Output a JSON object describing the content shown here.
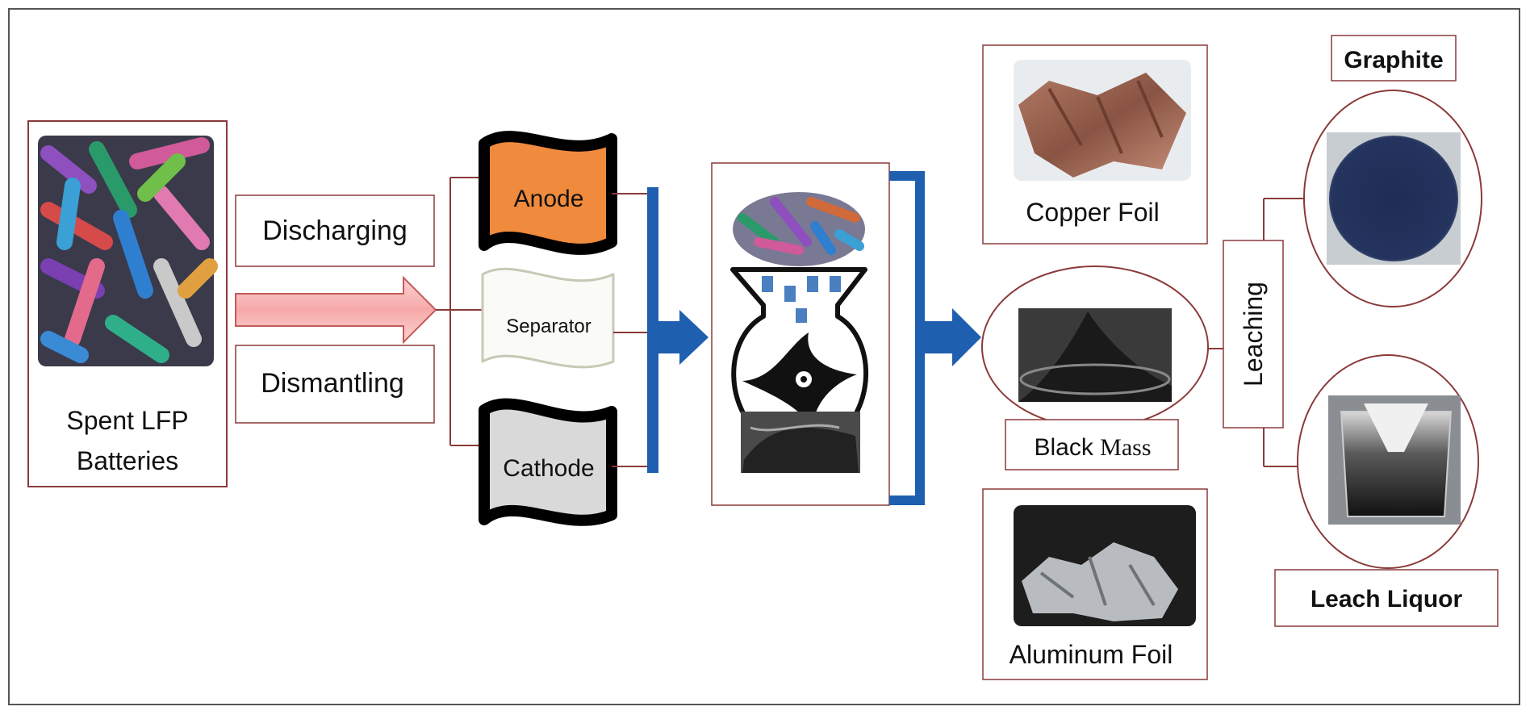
{
  "diagram": {
    "source": {
      "label_line1": "Spent LFP",
      "label_line2": "Batteries"
    },
    "pretreatment": {
      "step1": "Discharging",
      "step2": "Dismantling"
    },
    "components": {
      "anode": "Anode",
      "separator": "Separator",
      "cathode": "Cathode"
    },
    "products": {
      "copper_foil": "Copper Foil",
      "black_mass_a": "Black ",
      "black_mass_b": "Mass",
      "aluminum_foil": "Aluminum Foil"
    },
    "leaching": {
      "step": "Leaching",
      "graphite": "Graphite",
      "leach_liquor": "Leach Liquor"
    },
    "colors": {
      "border": "#8b3a3a",
      "anode": "#f08a3c",
      "cathode": "#d9d9d9",
      "blue_arrow": "#1f5fb0",
      "pink_arrow": "#f7b8b8"
    }
  }
}
